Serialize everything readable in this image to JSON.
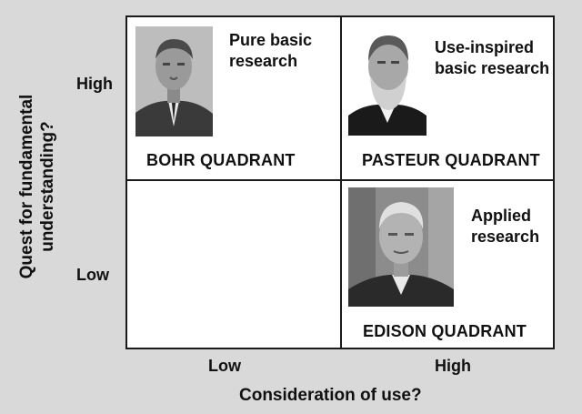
{
  "quadrants": {
    "bohr": {
      "description": "Pure basic\nresearch",
      "name": "BOHR  QUADRANT",
      "portrait": "niels-bohr-portrait"
    },
    "pasteur": {
      "description": "Use-inspired\nbasic research",
      "name": "PASTEUR  QUADRANT",
      "portrait": "louis-pasteur-portrait"
    },
    "edison": {
      "description": "Applied\nresearch",
      "name": "EDISON  QUADRANT",
      "portrait": "thomas-edison-portrait"
    }
  },
  "y_axis": {
    "title": "Quest for fundamental\nunderstanding?",
    "high": "High",
    "low": "Low"
  },
  "x_axis": {
    "title": "Consideration of use?",
    "low": "Low",
    "high": "High"
  }
}
